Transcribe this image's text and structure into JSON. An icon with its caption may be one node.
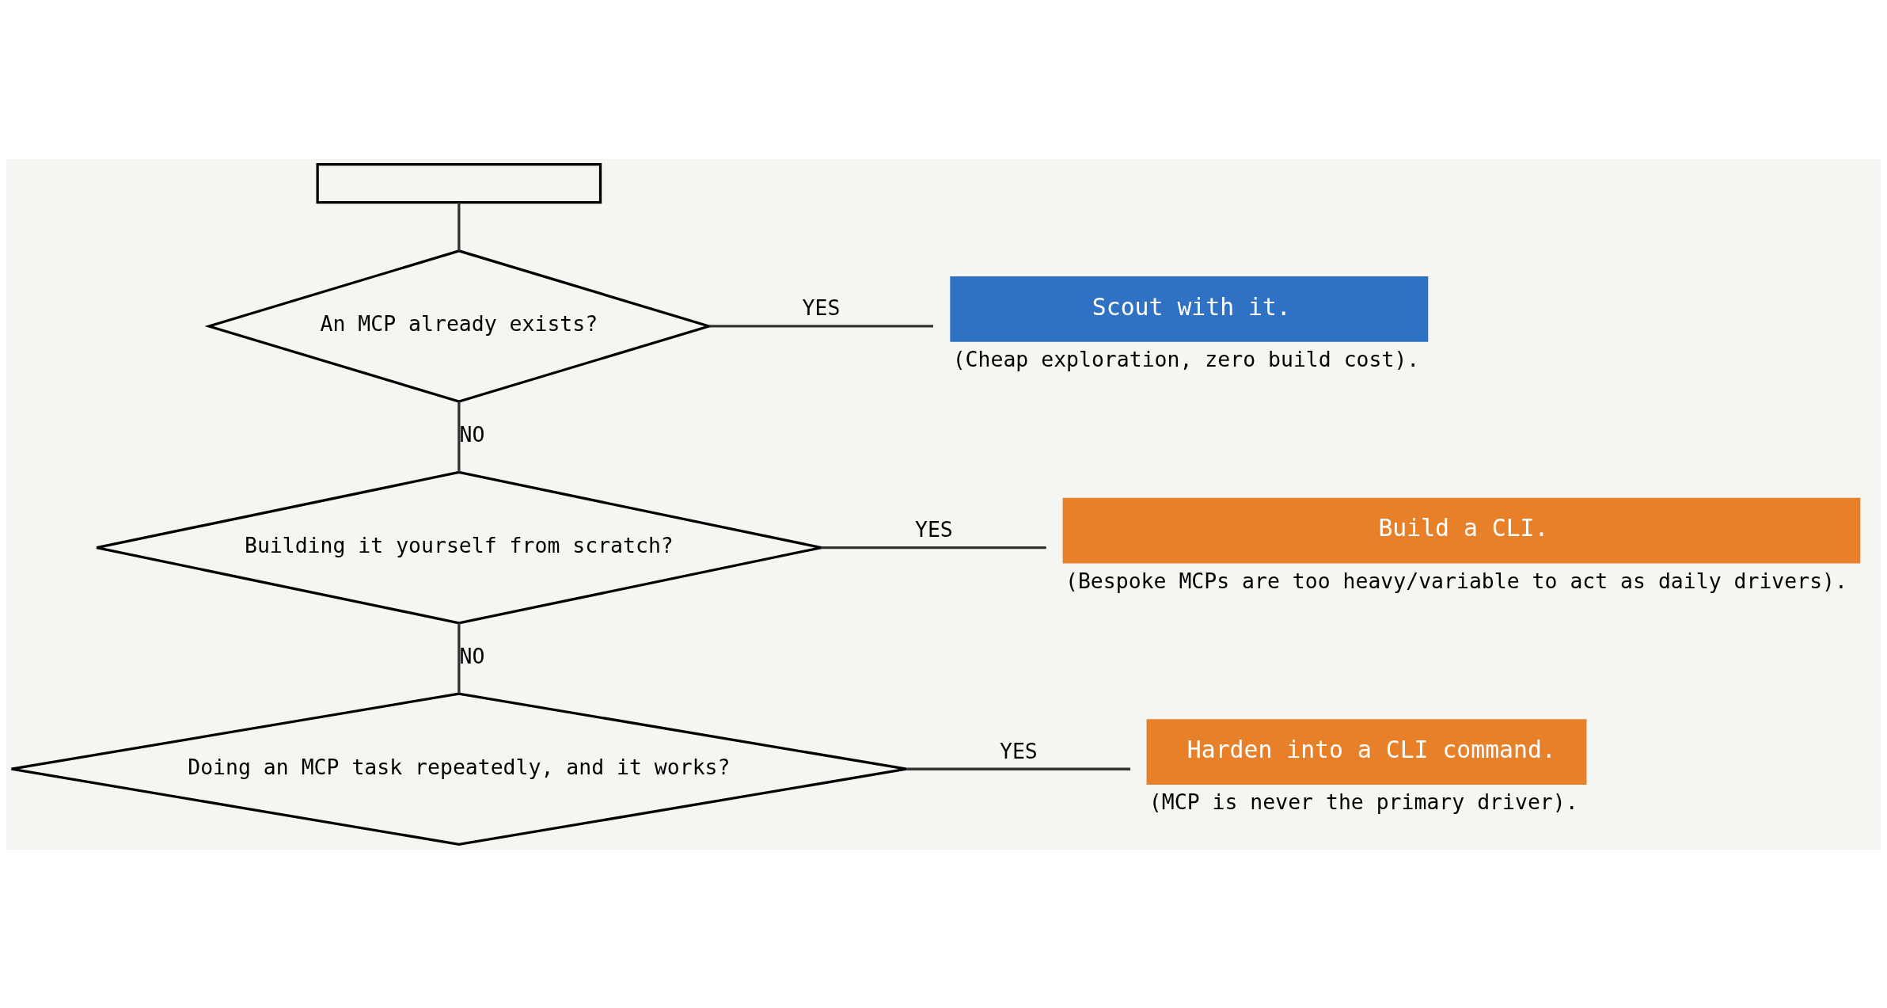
{
  "diagram": {
    "nodes": [
      {
        "text": [],
        "shape": "box"
      },
      {
        "text": [
          "An MCP already exists?"
        ]
      },
      {
        "text": [
          "Scout with it."
        ],
        "beside": [
          "(Cheap exploration, zero build cost)."
        ]
      },
      {
        "text": [
          "Building it yourself from scratch?"
        ]
      },
      {
        "text": [
          "Build a CLI."
        ],
        "beside": [
          "(Bespoke MCPs are too heavy/variable to act as daily drivers)."
        ]
      },
      {
        "text": [
          "Doing an MCP task repeatedly, and it works?"
        ]
      },
      {
        "text": [
          "Harden into a CLI command."
        ],
        "beside": [
          "(MCP is never the primary driver)."
        ]
      }
    ],
    "edges": [
      {
        "from": 0,
        "to": 1,
        "arrow": "none"
      },
      {
        "from": 1,
        "to": 2,
        "arrow": "none",
        "label": "YES"
      },
      {
        "from": 1,
        "to": 3,
        "arrow": "none",
        "label": "NO"
      },
      {
        "from": 3,
        "to": 4,
        "arrow": "none",
        "label": "YES"
      },
      {
        "from": 3,
        "to": 5,
        "arrow": "none",
        "label": "NO"
      },
      {
        "from": 5,
        "to": 6,
        "arrow": "none",
        "label": "YES"
      }
    ]
  }
}
